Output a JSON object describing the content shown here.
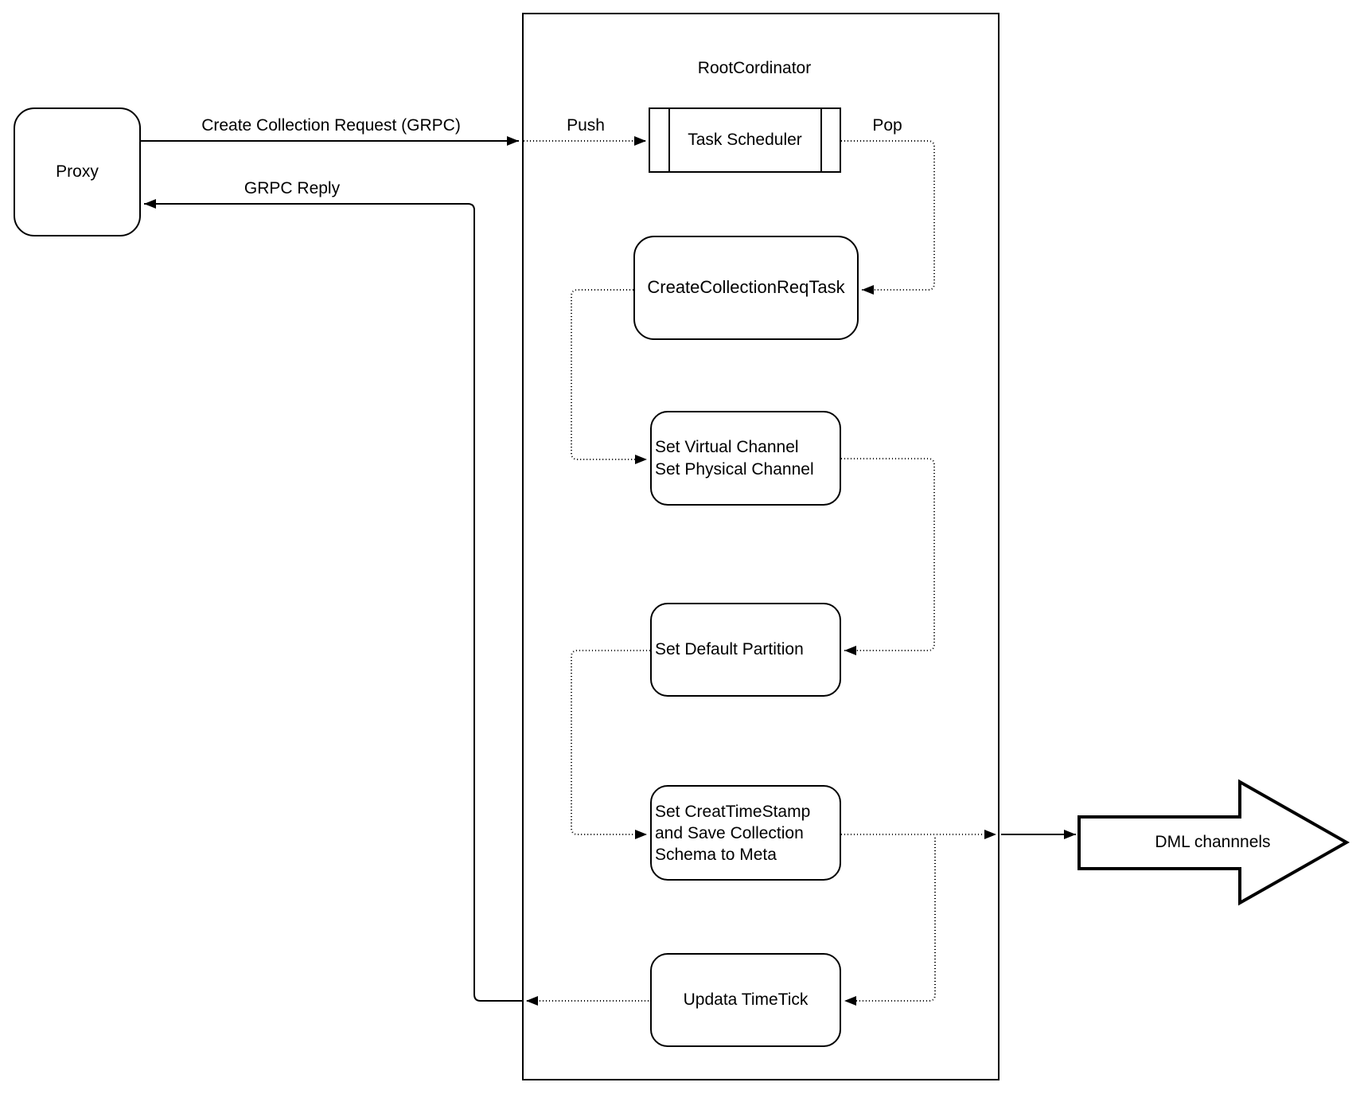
{
  "diagram": {
    "title": "RootCordinator",
    "proxy_label": "Proxy",
    "edge_labels": {
      "request": "Create Collection Request (GRPC)",
      "reply": "GRPC Reply",
      "push": "Push",
      "pop": "Pop"
    },
    "nodes": {
      "task_scheduler": "Task Scheduler",
      "create_collection_req_task": "CreateCollectionReqTask",
      "set_channels": {
        "line1": "Set Virtual Channel",
        "line2": "Set Physical Channel"
      },
      "set_default_partition": "Set Default Partition",
      "set_timestamp": {
        "line1": "Set CreatTimeStamp",
        "line2": "and Save Collection",
        "line3": "Schema to Meta"
      },
      "updata_timetick": "Updata TimeTick"
    },
    "output": {
      "dml_channels": "DML channnels"
    },
    "colors": {
      "stroke": "#000000",
      "fill": "#ffffff",
      "text": "#000000"
    }
  }
}
